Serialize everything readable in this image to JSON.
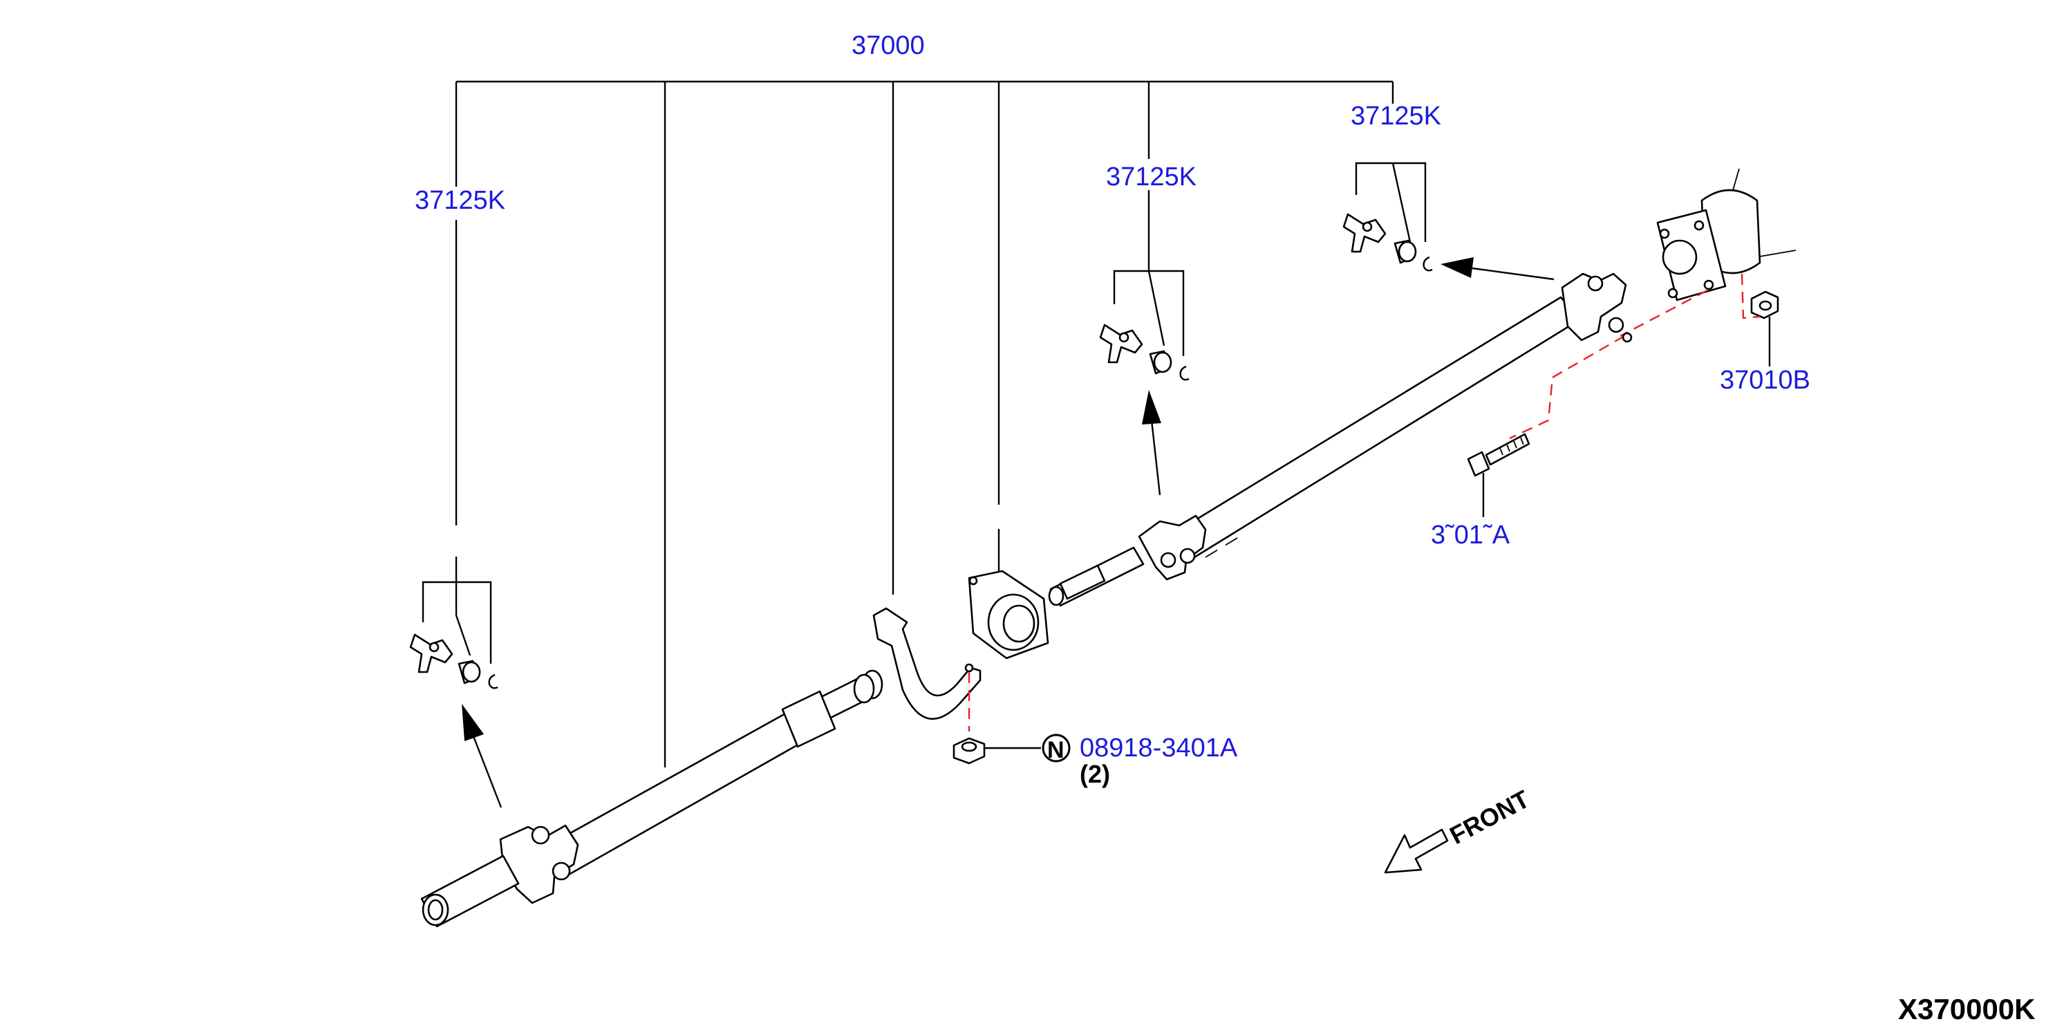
{
  "diagram": {
    "labels": {
      "assembly": "37000",
      "joint_kit_left": "37125K",
      "joint_kit_mid": "37125K",
      "joint_kit_right": "37125K",
      "flange_nut": "37010B",
      "flange_bolt": "3˜01˜A",
      "center_nut": "08918-3401A",
      "center_nut_qty": "(2)",
      "new_part_mark": "N",
      "front": "FRONT",
      "diagram_code": "X370000K"
    },
    "colors": {
      "part_number": "#1a1adf",
      "leader_line": "#000000",
      "alignment_dash": "#e8202a"
    }
  }
}
